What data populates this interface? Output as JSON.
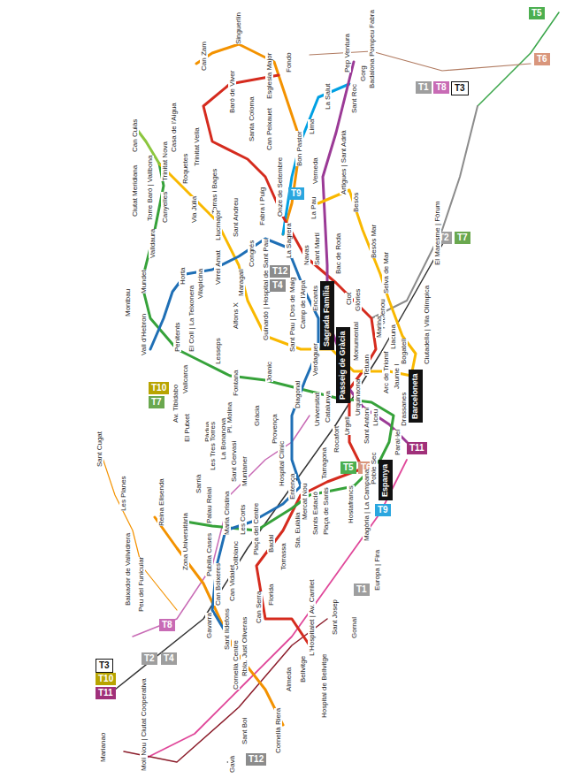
{
  "diagram": {
    "nodes": [
      {
        "text": [
          "Sagrada Família"
        ]
      },
      {
        "text": [
          "Passeig de Gràcia"
        ]
      },
      {
        "text": [
          "Barceloneta"
        ]
      },
      {
        "text": [
          "Espanya"
        ]
      },
      {
        "text": [
          "T5"
        ]
      },
      {
        "text": [
          "T6"
        ]
      },
      {
        "text": [
          "T1"
        ]
      },
      {
        "text": [
          "T8"
        ]
      },
      {
        "text": [
          "T3"
        ]
      },
      {
        "text": [
          "T2"
        ]
      },
      {
        "text": [
          "T7"
        ]
      },
      {
        "text": [
          "T10"
        ]
      },
      {
        "text": [
          "T7"
        ]
      },
      {
        "text": [
          "T12"
        ]
      },
      {
        "text": [
          "T4"
        ]
      },
      {
        "text": [
          "T9"
        ]
      },
      {
        "text": [
          "T5"
        ]
      },
      {
        "text": [
          "T6"
        ]
      },
      {
        "text": [
          "T11"
        ]
      },
      {
        "text": [
          "T9"
        ]
      },
      {
        "text": [
          "T1"
        ]
      },
      {
        "text": [
          "T8"
        ]
      },
      {
        "text": [
          "T2"
        ]
      },
      {
        "text": [
          "T4"
        ]
      },
      {
        "text": [
          "T3"
        ]
      },
      {
        "text": [
          "T10"
        ]
      },
      {
        "text": [
          "T11"
        ]
      },
      {
        "text": [
          "T12"
        ]
      }
    ],
    "labels": [
      "Can Zam",
      "Singuerlín",
      "Esglesia Major",
      "Fondo",
      "Santa Coloma",
      "Baró de Viver",
      "Trinitat Vella",
      "Torras i Bages",
      "Sant Andreu",
      "Fabra i Puig",
      "Can Peixauet",
      "Bon Pastor",
      "Onze de Setembre",
      "La Sagrera",
      "Lima",
      "La Salut",
      "Verneda",
      "Artigues | Sant Adrià",
      "Sant Roc",
      "Gorg",
      "Pep Ventura",
      "Badalona Pompeu Fabra",
      "La Pau",
      "Sant Martí",
      "Besòs",
      "Besòs Mar",
      "Selva de Mar",
      "Poblenou",
      "Llacuna",
      "Bogatell",
      "Ciutadella | Vila Olímpica",
      "El Maresme | Fòrum",
      "Bac de Roda",
      "Clot",
      "Encants",
      "Navas",
      "Monumental",
      "Glòries",
      "Tetuan",
      "Marina",
      "Arc de Triomf",
      "Jaume I",
      "Urquinaona",
      "Verdaguer",
      "Sant Pau | Dos de Maig",
      "Camp de l'Arpa",
      "Congrés",
      "Maragall",
      "Virrei Amat",
      "Vilapicina",
      "Horta",
      "Llucmajor",
      "Via Júlia",
      "Roquetes",
      "Canyelles",
      "Casa de l'Aigua",
      "Trinitat Nova",
      "Can Cuiàs",
      "Ciutat Meridiana",
      "Torre Baró | Vallbona",
      "Valldaura",
      "Mundet",
      "Montbau",
      "Vall d'Hebron",
      "El Coll | La Teixonera",
      "Penitents",
      "Vallcarca",
      "Lesseps",
      "Alfons X",
      "Guinardó | Hospital de Sant Pau",
      "Joanic",
      "Fontana",
      "Diagonal",
      "Av. Tibidabo",
      "El Putxet",
      "Pàdua",
      "Pl. Molina",
      "Gràcia",
      "Sant Gervasi",
      "Muntaner",
      "Provença",
      "Hospital Clínic",
      "Entença",
      "Sants Estació",
      "Tarragona",
      "Rocafort",
      "Urgell",
      "Universitat",
      "Catalunya",
      "Liceu",
      "Drassanes",
      "Paral·lel",
      "Poble Sec",
      "Sant Antoni",
      "Sarrià",
      "Les Tres Torres",
      "La Bonanova",
      "Maria Cristina",
      "Les Corts",
      "Plaça del Centre",
      "Badal",
      "Collblanc",
      "Zona Universitària",
      "Palau Reial",
      "Sta. Eulàlia",
      "Mercat Nou",
      "Plaça de Sants",
      "Hostafrancs",
      "Torrassa",
      "Florida",
      "Can Serra",
      "Rbla. Just Oliveras",
      "Bellvitge",
      "Hospital de Bellvitge",
      "L'Hospitalet | Av. Carrilet",
      "Sant Josep",
      "Gornal",
      "Europa | Fira",
      "Magòria | La Campana",
      "Can Boixeres",
      "Can Vidalet",
      "Pubilla Cases",
      "Sant Ildefons",
      "Gavarra",
      "Cornellà Centre",
      "Almeda",
      "Cornellà Riera",
      "Sant Boi",
      "Gavà",
      "Marianao",
      "Molí Nou | Ciutat Cooperativa",
      "Sant Cugat",
      "Les Planes",
      "Baixador de Vallvidrera",
      "Peu del Funicular",
      "Reina Elisenda"
    ]
  }
}
